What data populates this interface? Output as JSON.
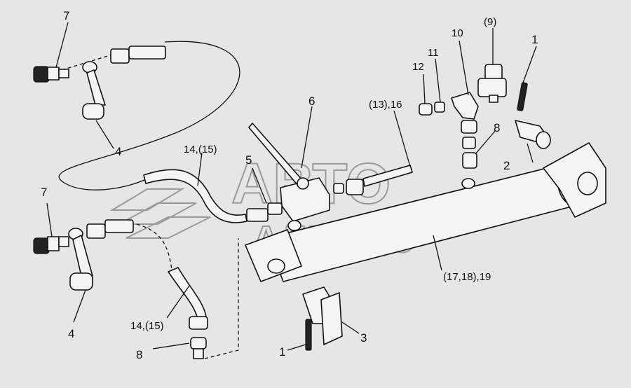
{
  "watermark": {
    "line1": "АВТО",
    "line2": "АЛЬЯНС"
  },
  "callouts": {
    "c7_top": "7",
    "c4_top": "4",
    "c7_bot": "7",
    "c4_bot": "4",
    "c14_15_top": "14,(15)",
    "c14_15_bot": "14,(15)",
    "c8_bot": "8",
    "c6": "6",
    "c5": "5",
    "c13_16": "(13),16",
    "c12": "12",
    "c11": "11",
    "c10": "10",
    "c9": "(9)",
    "c1_top": "1",
    "c8_mid": "8",
    "c2": "2",
    "c17_18_19": "(17,18),19",
    "c1_bot": "1",
    "c3": "3"
  }
}
